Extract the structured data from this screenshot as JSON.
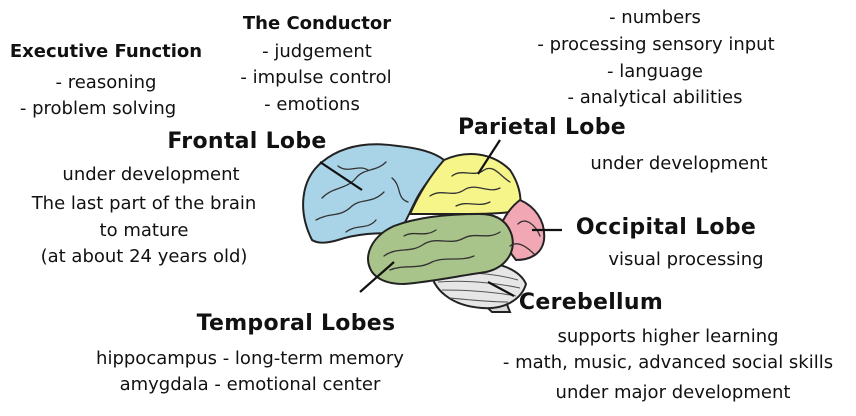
{
  "executive_function": {
    "title": "Executive Function",
    "items": [
      "- reasoning",
      "- problem solving"
    ]
  },
  "conductor": {
    "title": "The Conductor",
    "items": [
      "- judgement",
      "- impulse control",
      "- emotions"
    ]
  },
  "parietal_list": {
    "items": [
      "- numbers",
      "- processing sensory input",
      "- language",
      "- analytical abilities"
    ]
  },
  "frontal_lobe": {
    "title": "Frontal Lobe",
    "lines": [
      "under development",
      "The last part of the brain",
      "to mature",
      "(at about 24 years old)"
    ]
  },
  "parietal_lobe": {
    "title": "Parietal Lobe",
    "lines": [
      "under development"
    ]
  },
  "occipital_lobe": {
    "title": "Occipital Lobe",
    "lines": [
      "visual processing"
    ]
  },
  "cerebellum": {
    "title": "Cerebellum",
    "lines": [
      "supports higher learning",
      "- math, music, advanced social skills",
      "under major development"
    ]
  },
  "temporal_lobes": {
    "title": "Temporal Lobes",
    "lines": [
      "hippocampus - long-term memory",
      "amygdala - emotional center"
    ]
  },
  "colors": {
    "frontal": "#a9d4e8",
    "parietal": "#f6f58a",
    "occipital": "#f1a7b4",
    "temporal": "#a9c48a",
    "cerebellum": "#e6e6e6",
    "outline": "#222222"
  }
}
